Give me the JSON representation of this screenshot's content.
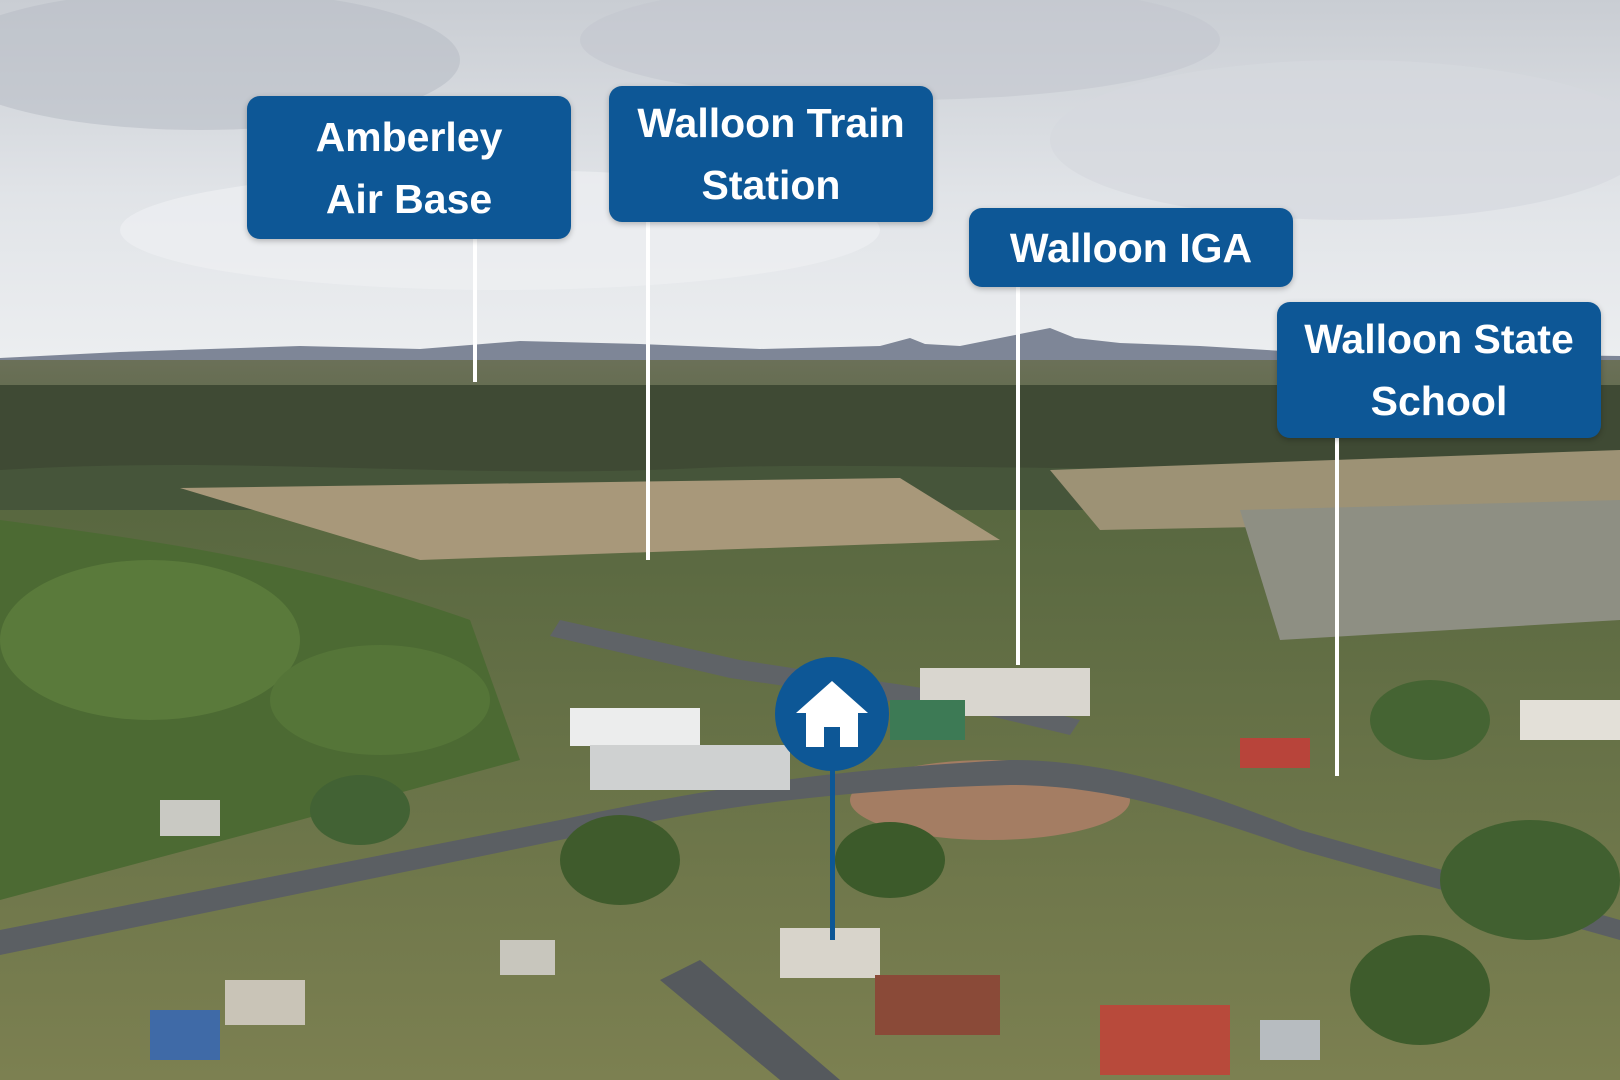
{
  "map": {
    "labels": [
      {
        "id": "amberley",
        "lines": [
          "Amberley",
          "Air Base"
        ]
      },
      {
        "id": "train",
        "lines": [
          "Walloon Train",
          "Station"
        ]
      },
      {
        "id": "iga",
        "lines": [
          "Walloon IGA"
        ]
      },
      {
        "id": "school",
        "lines": [
          "Walloon State",
          "School"
        ]
      }
    ],
    "home_marker": {
      "icon": "house-icon"
    },
    "colors": {
      "label_bg": "#0d5796",
      "label_text": "#ffffff",
      "leader_line": "#ffffff",
      "sky": "#d9dde2",
      "vegetation": "#4f6b3a",
      "dry_grass": "#a99a78"
    }
  }
}
